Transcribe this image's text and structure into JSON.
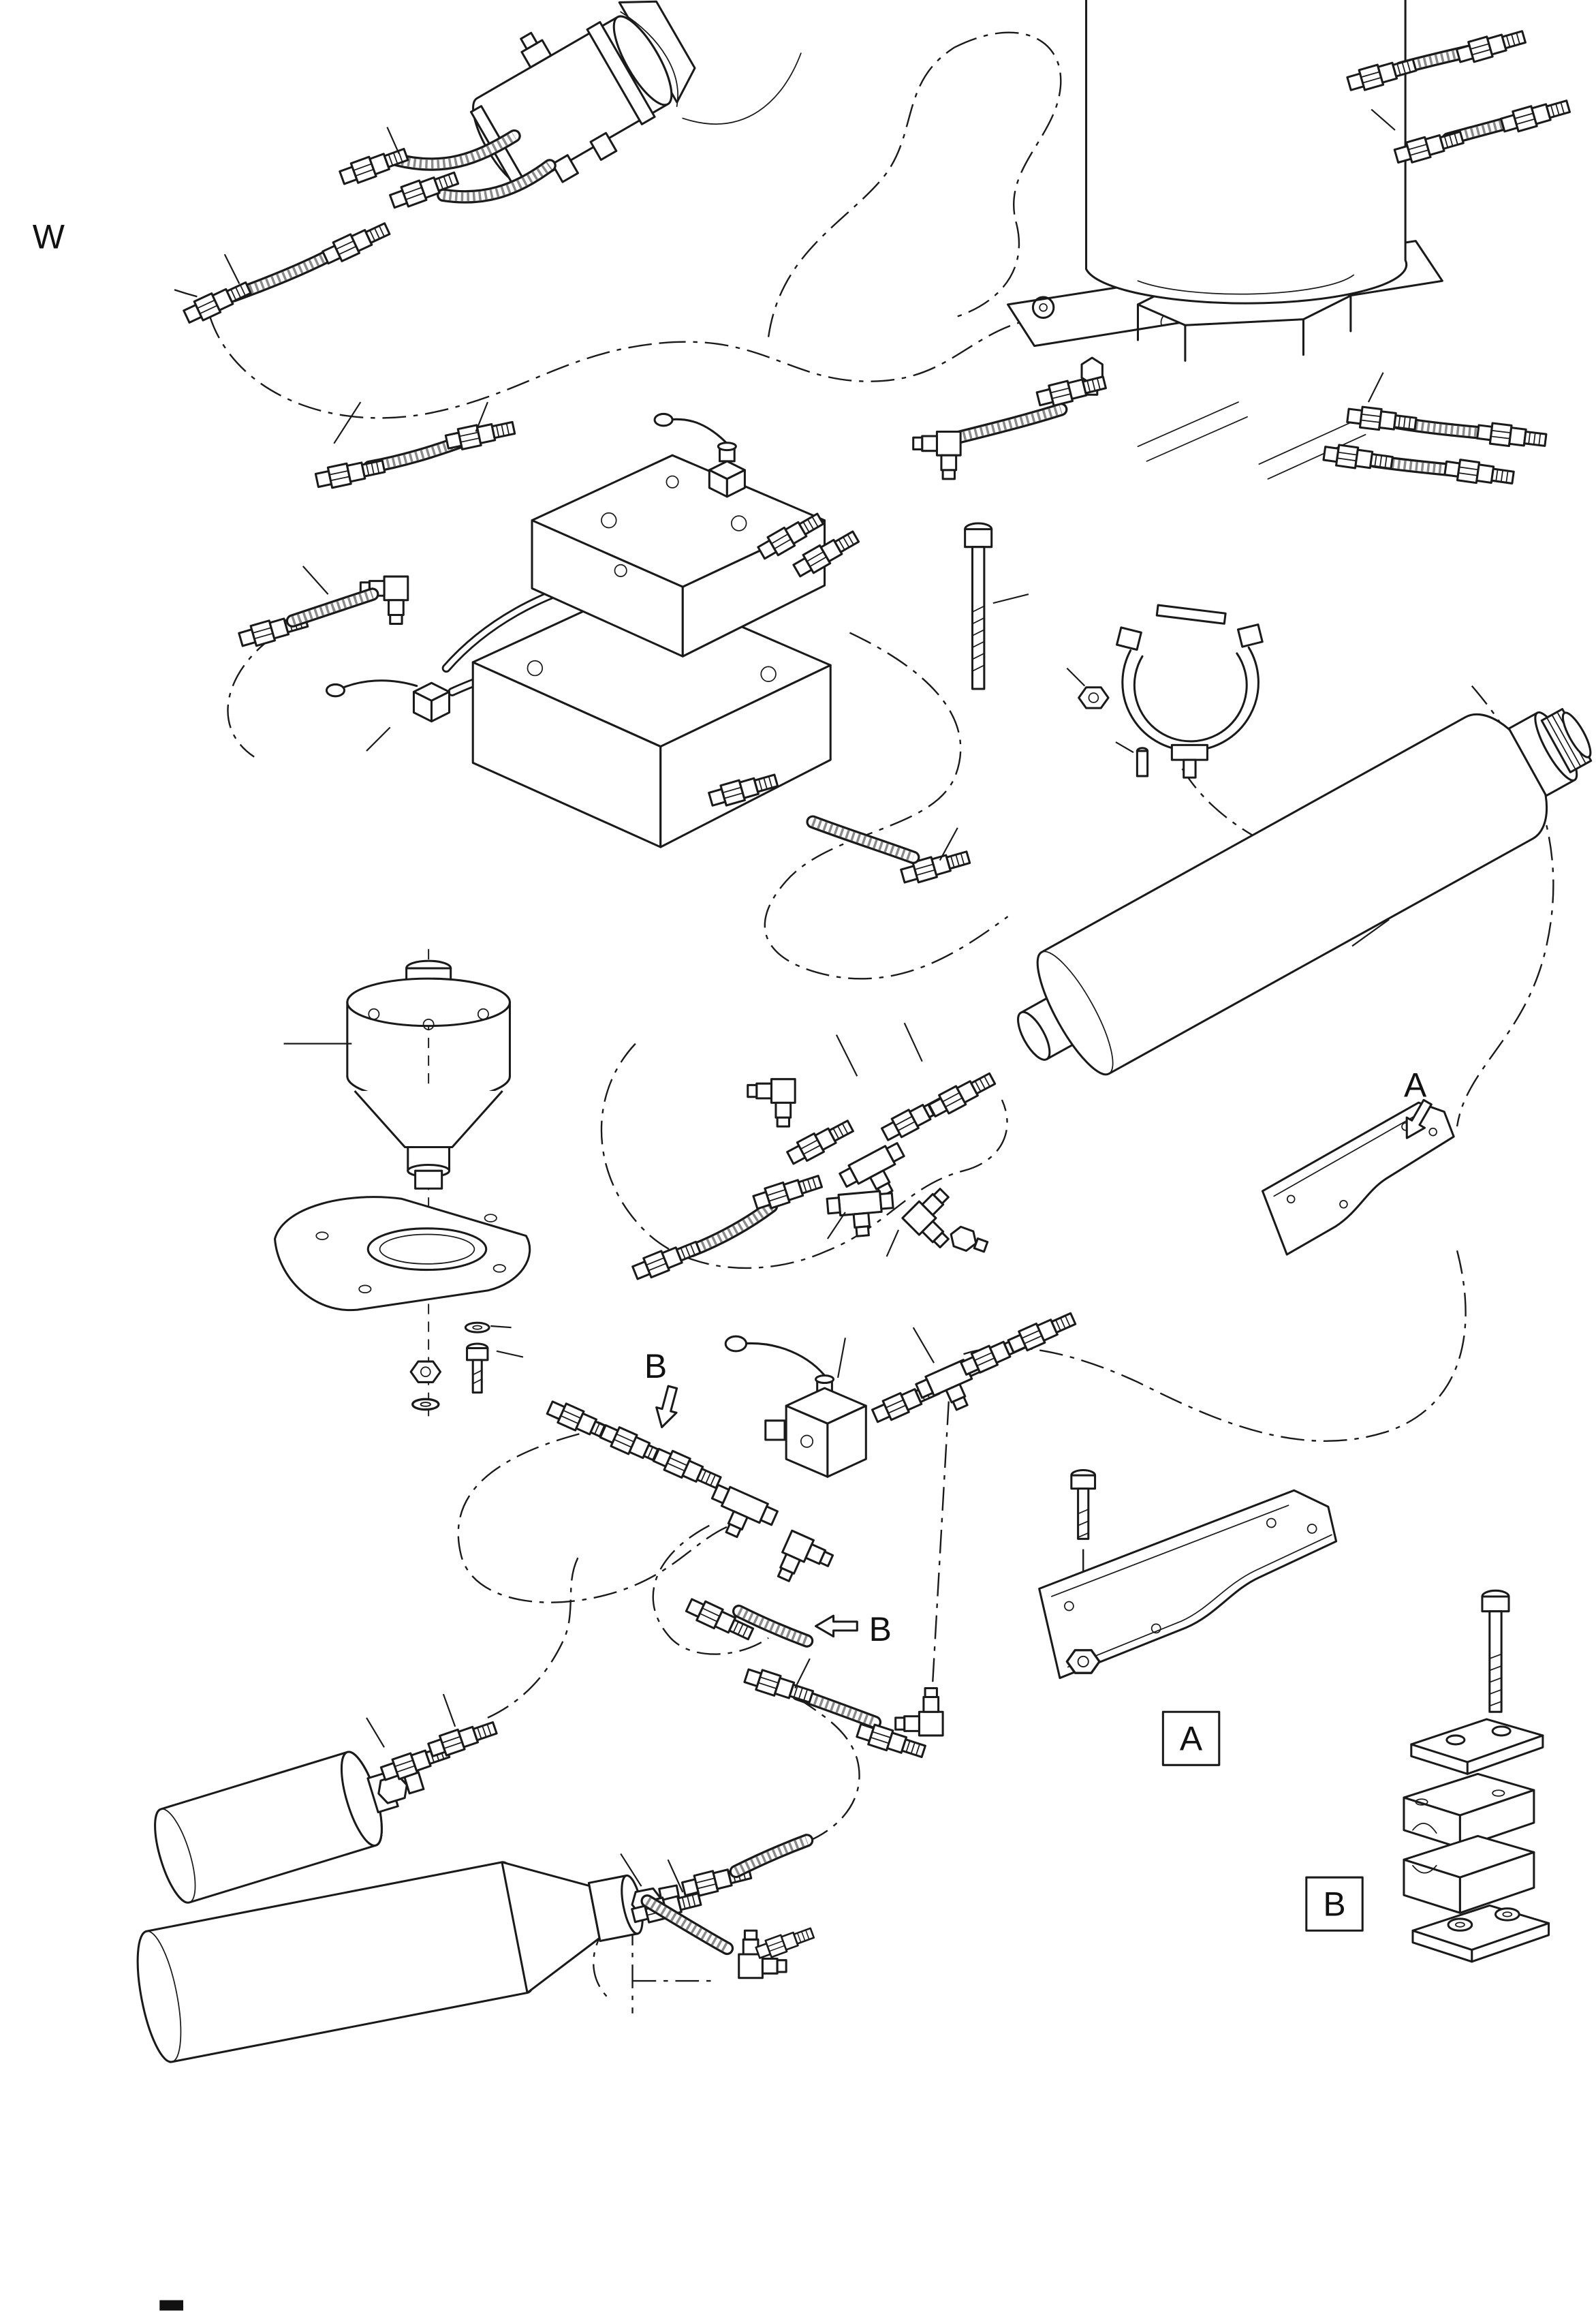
{
  "diagram": {
    "labels": {
      "view_marker": "W",
      "callout_a": "A",
      "callout_b_upper": "B",
      "callout_b_lower": "B",
      "detail_box_a": "A",
      "detail_box_b": "B"
    },
    "colors": {
      "line": "#1a1a1a",
      "background": "#ffffff"
    }
  }
}
